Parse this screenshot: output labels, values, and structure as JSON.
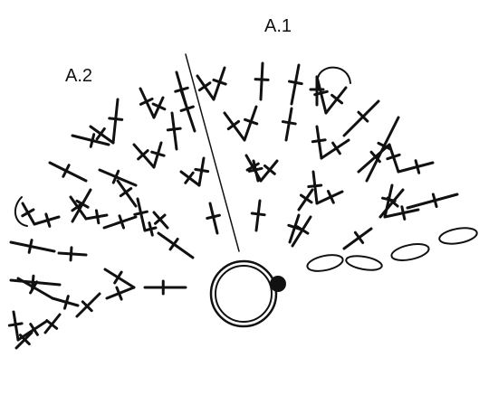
{
  "labels": {
    "a1": "A.1",
    "a2": "A.2"
  },
  "colors": {
    "ink": "#111111",
    "background": "#ffffff"
  },
  "symbols": [
    "double-crochet",
    "chain-loop",
    "chain",
    "magic-ring",
    "slip-stitch-dot"
  ]
}
